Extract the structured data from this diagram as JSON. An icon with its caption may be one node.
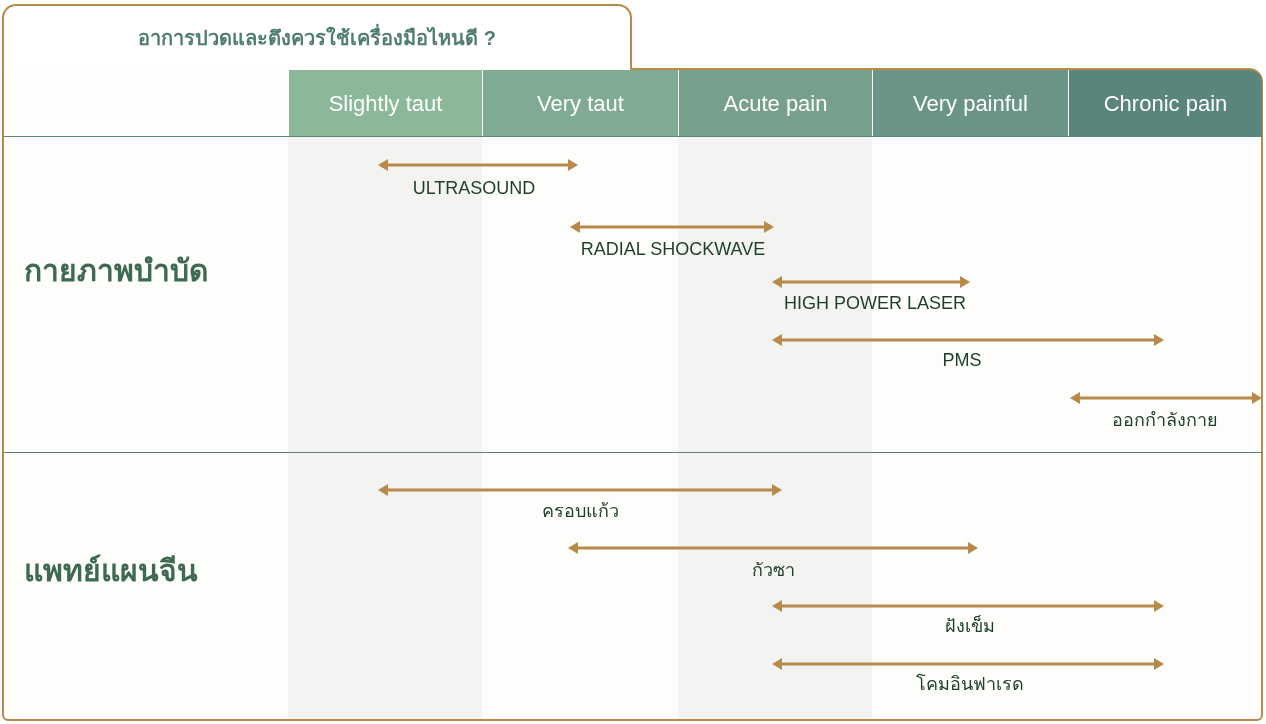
{
  "diagram": {
    "nodes": [
      {
        "text": [
          "อาการปวดและตึงควรใช้เครื่องมือไหนดี ?"
        ]
      },
      {
        "text": [
          "Slightly taut"
        ]
      },
      {
        "text": [
          "Very taut"
        ]
      },
      {
        "text": [
          "Acute pain"
        ]
      },
      {
        "text": [
          "Very painful"
        ]
      },
      {
        "text": [
          "Chronic pain"
        ]
      },
      {
        "text": [
          "กายภาพบำบัด"
        ]
      },
      {
        "text": [
          "แพทย์แผนจีน"
        ]
      }
    ],
    "labels": [
      "ULTRASOUND",
      "RADIAL SHOCKWAVE",
      "HIGH POWER LASER",
      "PMS",
      "ออกกำลังกาย",
      "ครอบแก้ว",
      "กัวซา",
      "ฝังเข็ม",
      "โคมอินฟาเรด"
    ]
  }
}
